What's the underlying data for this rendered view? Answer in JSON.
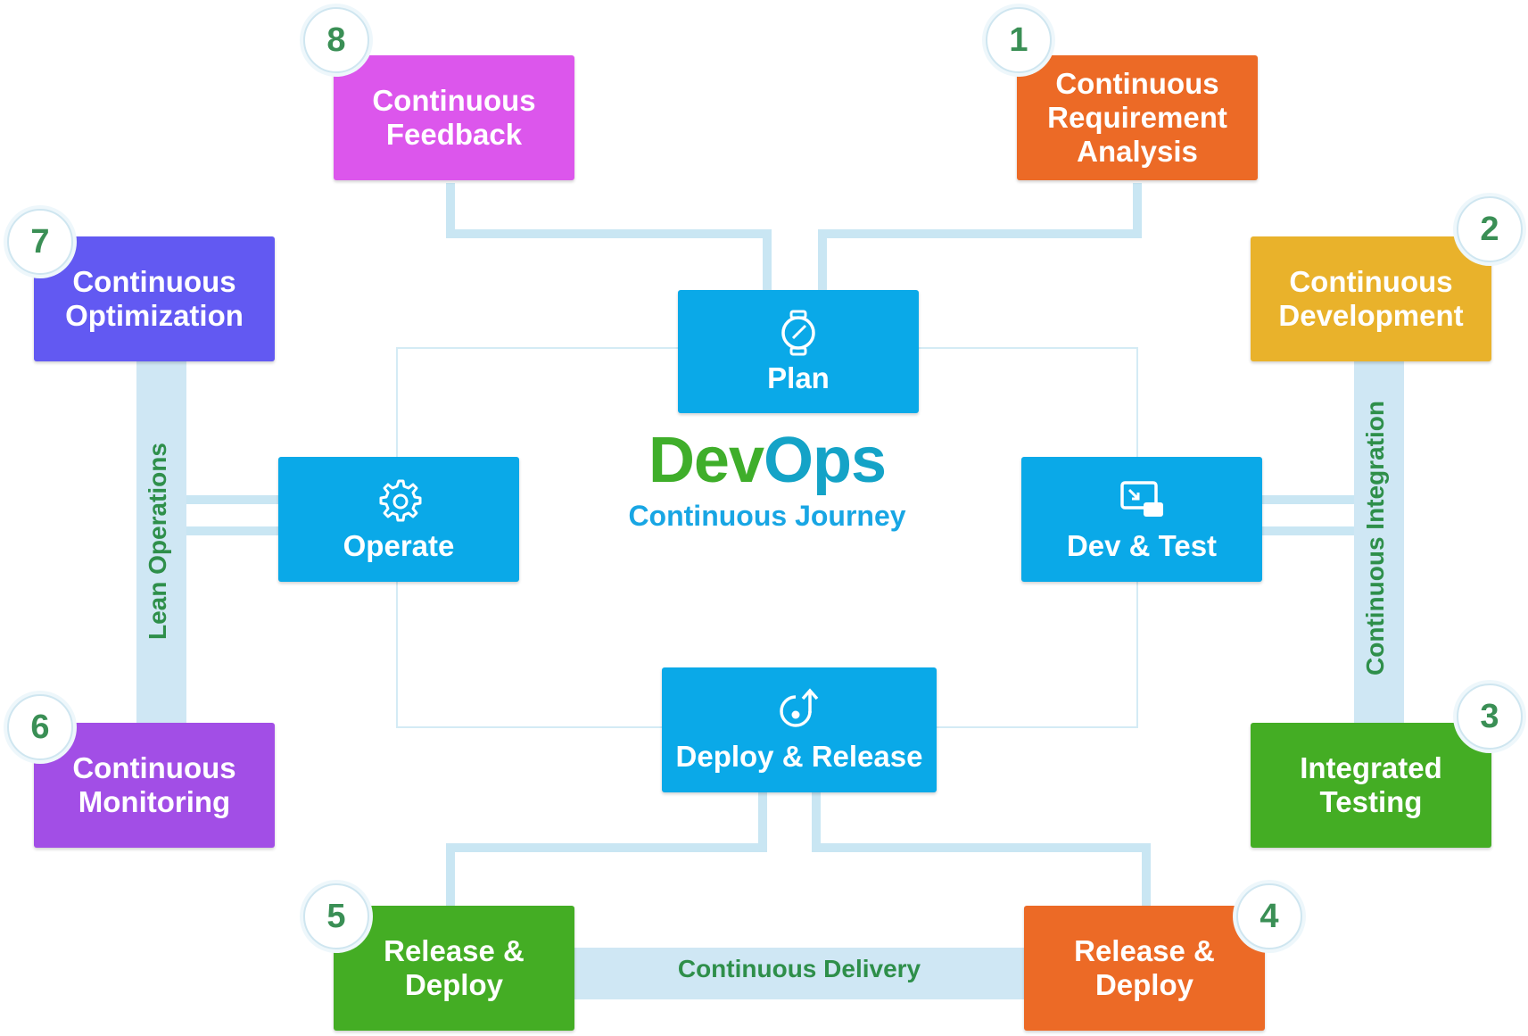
{
  "center": {
    "brand_dev": "Dev",
    "brand_ops": "Ops",
    "subtitle": "Continuous Journey"
  },
  "phases": {
    "plan": "Plan",
    "dev_test": "Dev & Test",
    "operate": "Operate",
    "deploy_release": "Deploy & Release"
  },
  "stages": [
    {
      "num": "1",
      "lines": [
        "Continuous",
        "Requirement",
        "Analysis"
      ],
      "color": "#ec6a26"
    },
    {
      "num": "2",
      "lines": [
        "Continuous",
        "Development"
      ],
      "color": "#e9b22b"
    },
    {
      "num": "3",
      "lines": [
        "Integrated",
        "Testing"
      ],
      "color": "#44ad24"
    },
    {
      "num": "4",
      "lines": [
        "Release &",
        "Deploy"
      ],
      "color": "#ec6a26"
    },
    {
      "num": "5",
      "lines": [
        "Release &",
        "Deploy"
      ],
      "color": "#44ad24"
    },
    {
      "num": "6",
      "lines": [
        "Continuous",
        "Monitoring"
      ],
      "color": "#a24ee6"
    },
    {
      "num": "7",
      "lines": [
        "Continuous",
        "Optimization"
      ],
      "color": "#6259f2"
    },
    {
      "num": "8",
      "lines": [
        "Continuous",
        "Feedback"
      ],
      "color": "#dc56ec"
    }
  ],
  "bands": {
    "lean": "Lean Operations",
    "integration": "Continuous  Integration",
    "delivery": "Continuous Delivery"
  },
  "colors": {
    "phase": "#0aa9e8",
    "connector": "#c9e6f3",
    "band": "#cfe7f4",
    "badge_text": "#3a8f55"
  }
}
